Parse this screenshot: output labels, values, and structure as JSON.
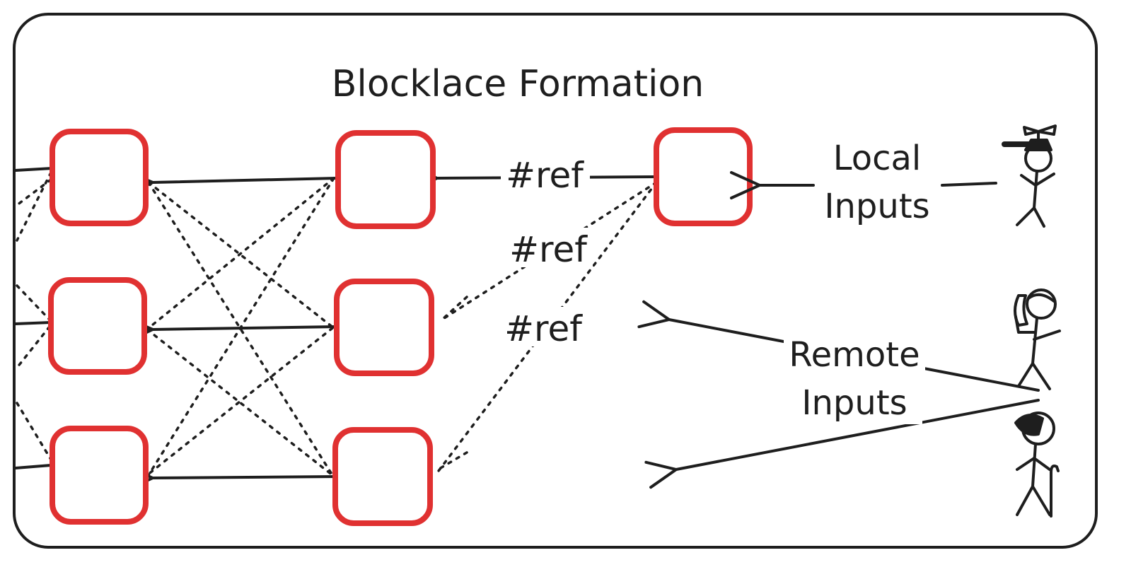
{
  "title": "Blocklace Formation",
  "labels": {
    "local_line1": "Local",
    "local_line2": "Inputs",
    "remote_line1": "Remote",
    "remote_line2": "Inputs",
    "ref_top": "#ref",
    "ref_mid": "#ref",
    "ref_low": "#ref"
  },
  "colors": {
    "block_border": "#e03131",
    "ink": "#1e1e1e",
    "background": "#ffffff"
  },
  "icons": [
    "propeller-cap-stick-figure-icon",
    "phone-stick-figure-icon",
    "cane-stick-figure-icon"
  ]
}
